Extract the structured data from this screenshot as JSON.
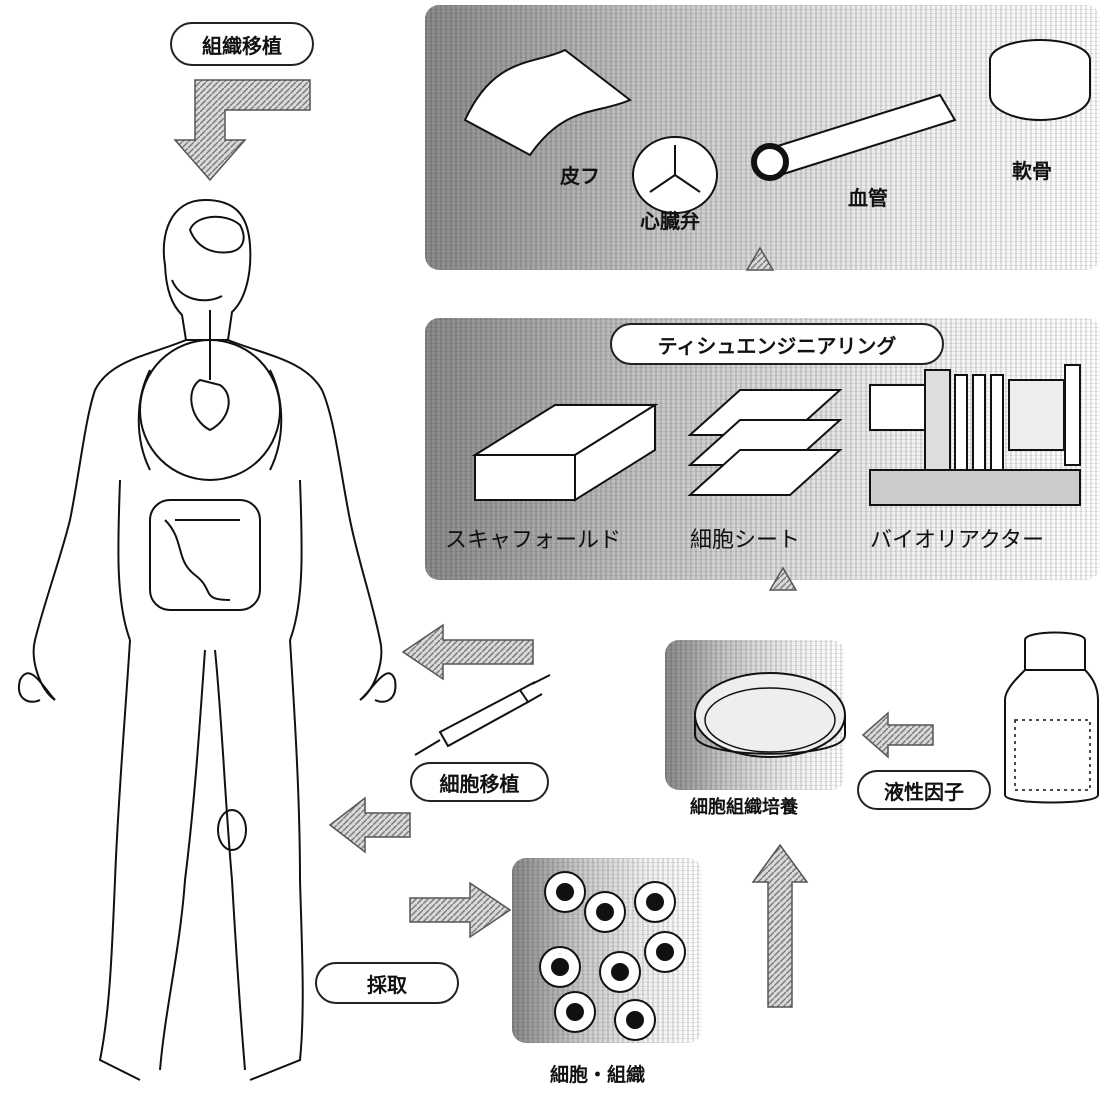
{
  "labels": {
    "tissue_transplant": "組織移植",
    "skin": "皮フ",
    "heart_valve": "心臓弁",
    "blood_vessel": "血管",
    "cartilage": "軟骨",
    "tissue_engineering": "ティシュエンジニアリング",
    "scaffold": "スキャフォールド",
    "cell_sheet": "細胞シート",
    "bioreactor": "バイオリアクター",
    "cell_transplant": "細胞移植",
    "cell_tissue_culture": "細胞組織培養",
    "humoral_factor": "液性因子",
    "harvest": "採取",
    "cells_tissue": "細胞・組織"
  }
}
